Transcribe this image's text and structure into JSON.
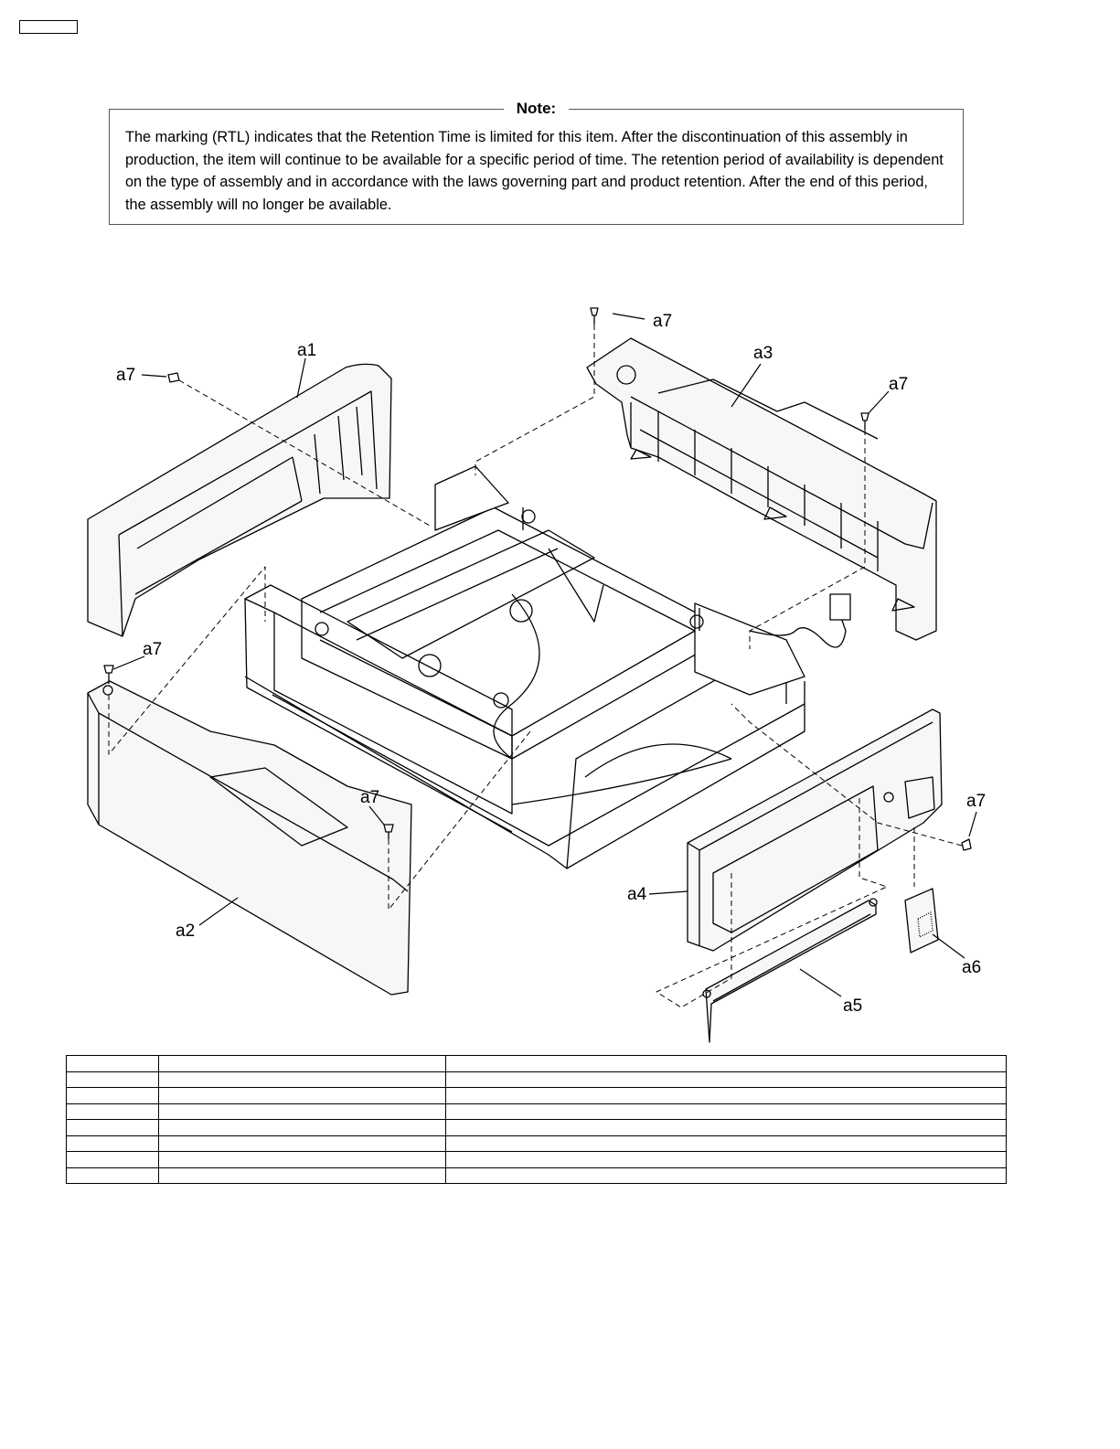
{
  "note": {
    "title": "Note:",
    "text": "The marking (RTL) indicates that the Retention Time is limited for this item. After the discontinuation of this assembly in production, the item will continue to be available for a specific period of time. The retention period of availability is dependent on the type of assembly and in accordance with the laws governing part and product retention. After the end of this period, the assembly will no longer be available."
  },
  "callouts": {
    "a1": "a1",
    "a2": "a2",
    "a3": "a3",
    "a4": "a4",
    "a5": "a5",
    "a6": "a6",
    "a7": "a7"
  },
  "parts_table": {
    "rows": [
      [
        "",
        "",
        ""
      ],
      [
        "",
        "",
        ""
      ],
      [
        "",
        "",
        ""
      ],
      [
        "",
        "",
        ""
      ],
      [
        "",
        "",
        ""
      ],
      [
        "",
        "",
        ""
      ],
      [
        "",
        "",
        ""
      ],
      [
        "",
        "",
        ""
      ]
    ]
  }
}
